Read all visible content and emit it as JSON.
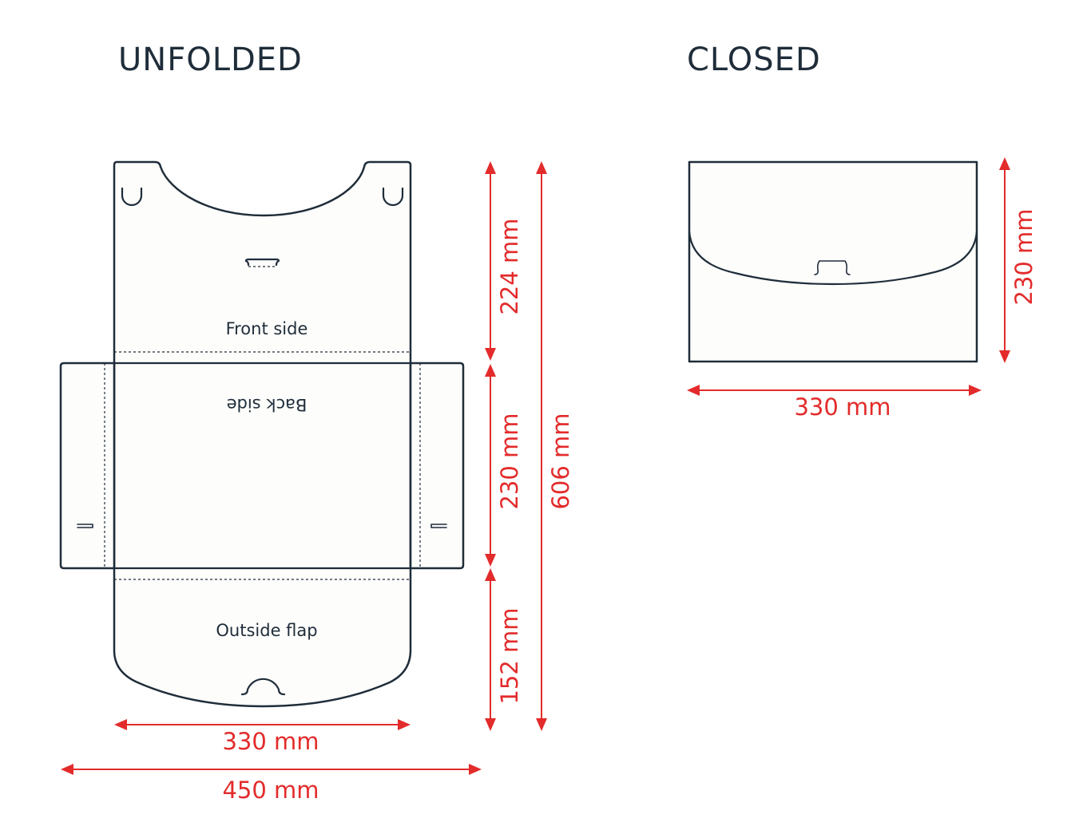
{
  "headings": {
    "unfolded": "UNFOLDED",
    "closed": "CLOSED"
  },
  "panels": {
    "front": "Front side",
    "back": "Back side",
    "flap": "Outside flap"
  },
  "dimensions": {
    "front_height": "224 mm",
    "back_height": "230 mm",
    "flap_height": "152 mm",
    "total_height": "606 mm",
    "unfolded_width": "330 mm",
    "unfolded_total_width": "450 mm",
    "closed_height": "230 mm",
    "closed_width": "330 mm"
  },
  "colors": {
    "outline": "#1f2d3a",
    "dimension": "#e32b2b",
    "paper": "#fdfdfb"
  }
}
